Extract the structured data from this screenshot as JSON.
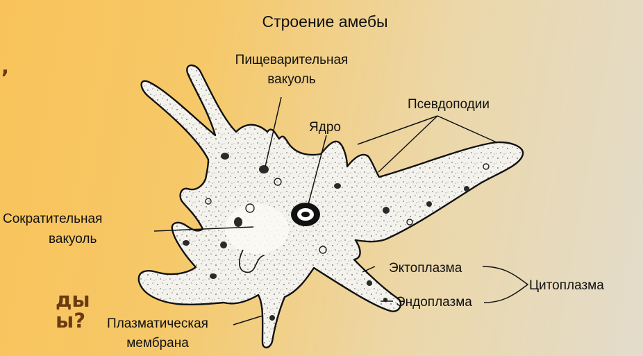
{
  "title": "Строение амебы",
  "edge_fragments": [
    ",",
    "ды",
    "ы?"
  ],
  "labels": {
    "digestive_vacuole": [
      "Пищеварительная",
      "вакуоль"
    ],
    "nucleus": "Ядро",
    "pseudopodia": "Псевдоподии",
    "contractile_vacuole": [
      "Сократительная",
      "вакуоль"
    ],
    "ectoplasm": "Эктоплазма",
    "cytoplasm": "Цитоплазма",
    "endoplasm": "Эндоплазма",
    "plasma_membrane": [
      "Плазматическая",
      "мембрана"
    ]
  },
  "colors": {
    "ink": "#111111",
    "cell_fill": "#f4f2ec",
    "background_warm": "#f9c35a",
    "background_cool": "#e3dccb",
    "edge_text": "#6a3b12"
  }
}
